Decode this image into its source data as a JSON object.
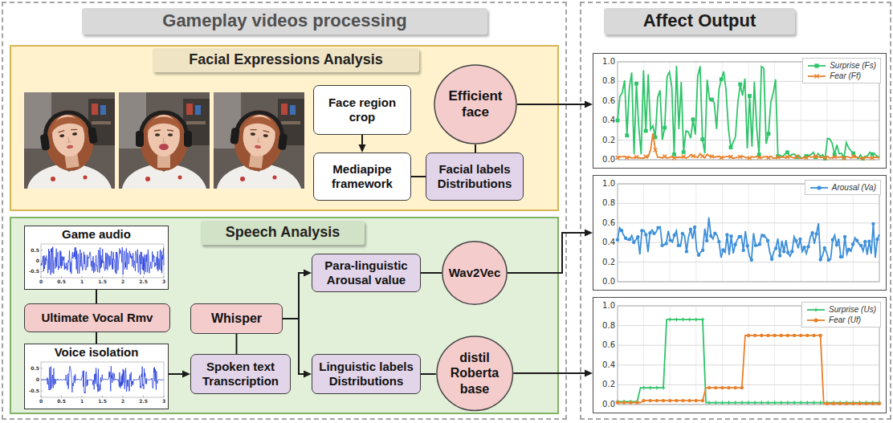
{
  "diagram": {
    "nodes": [
      {
        "text": [
          "Gameplay videos processing"
        ]
      },
      {
        "text": [
          "Facial Expressions Analysis"
        ],
        "in": 0
      },
      {
        "text": [
          "Face region crop"
        ],
        "in": 1
      },
      {
        "text": [
          "Efficient face"
        ],
        "in": 1
      },
      {
        "text": [
          "Mediapipe framework"
        ],
        "in": 1
      },
      {
        "text": [
          "Facial labels Distributions"
        ],
        "in": 1
      },
      {
        "text": [
          "Speech Analysis"
        ],
        "in": 0
      },
      {
        "text": [
          "Game audio"
        ],
        "in": 6
      },
      {
        "text": [
          "Ultimate Vocal Rmv"
        ],
        "in": 6
      },
      {
        "text": [
          "Voice isolation"
        ],
        "in": 6
      },
      {
        "text": [
          "Whisper"
        ],
        "in": 6
      },
      {
        "text": [
          "Spoken text Transcription"
        ],
        "in": 6
      },
      {
        "text": [
          "Para-linguistic Arousal value"
        ],
        "in": 6
      },
      {
        "text": [
          "Wav2Vec"
        ],
        "in": 6
      },
      {
        "text": [
          "Linguistic labels Distributions"
        ],
        "in": 6
      },
      {
        "text": [
          "distil Roberta base"
        ],
        "in": 6
      },
      {
        "text": [
          "Affect Output"
        ]
      },
      {
        "text": [
          "Surprise (Fs)",
          "Fear (Ff)"
        ],
        "in": 16
      },
      {
        "text": [
          "Arousal (Va)"
        ],
        "in": 16
      },
      {
        "text": [
          "Surprise (Us)",
          "Fear (Uf)"
        ],
        "in": 16
      }
    ],
    "edges": [
      {
        "from": 2,
        "to": 4,
        "arrow": "to"
      },
      {
        "from": 4,
        "to": 5,
        "arrow": "none"
      },
      {
        "from": 5,
        "to": 3,
        "arrow": "none"
      },
      {
        "from": 3,
        "to": 17,
        "arrow": "to"
      },
      {
        "from": 7,
        "to": 8,
        "arrow": "none"
      },
      {
        "from": 8,
        "to": 9,
        "arrow": "none"
      },
      {
        "from": 9,
        "to": 11,
        "arrow": "to"
      },
      {
        "from": 11,
        "to": 10,
        "arrow": "none"
      },
      {
        "from": 10,
        "to": 12,
        "arrow": "to"
      },
      {
        "from": 10,
        "to": 14,
        "arrow": "to"
      },
      {
        "from": 12,
        "to": 13,
        "arrow": "none"
      },
      {
        "from": 13,
        "to": 18,
        "arrow": "to"
      },
      {
        "from": 14,
        "to": 15,
        "arrow": "none"
      },
      {
        "from": 15,
        "to": 19,
        "arrow": "to"
      }
    ],
    "labels": [
      "0.5",
      "0",
      "-0.5",
      "0",
      "0.5",
      "1",
      "1.5",
      "2",
      "2.5",
      "3",
      "0.5",
      "0",
      "-0.5",
      "0",
      "0.5",
      "1",
      "1.5",
      "2",
      "2.5",
      "3",
      "1.0",
      "0.8",
      "0.6",
      "0.4",
      "0.2",
      "0.0",
      "1.0",
      "0.8",
      "0.6",
      "0.4",
      "0.2",
      "0.0",
      "1.0",
      "0.8",
      "0.6",
      "0.4",
      "0.2",
      "0.0"
    ]
  }
}
